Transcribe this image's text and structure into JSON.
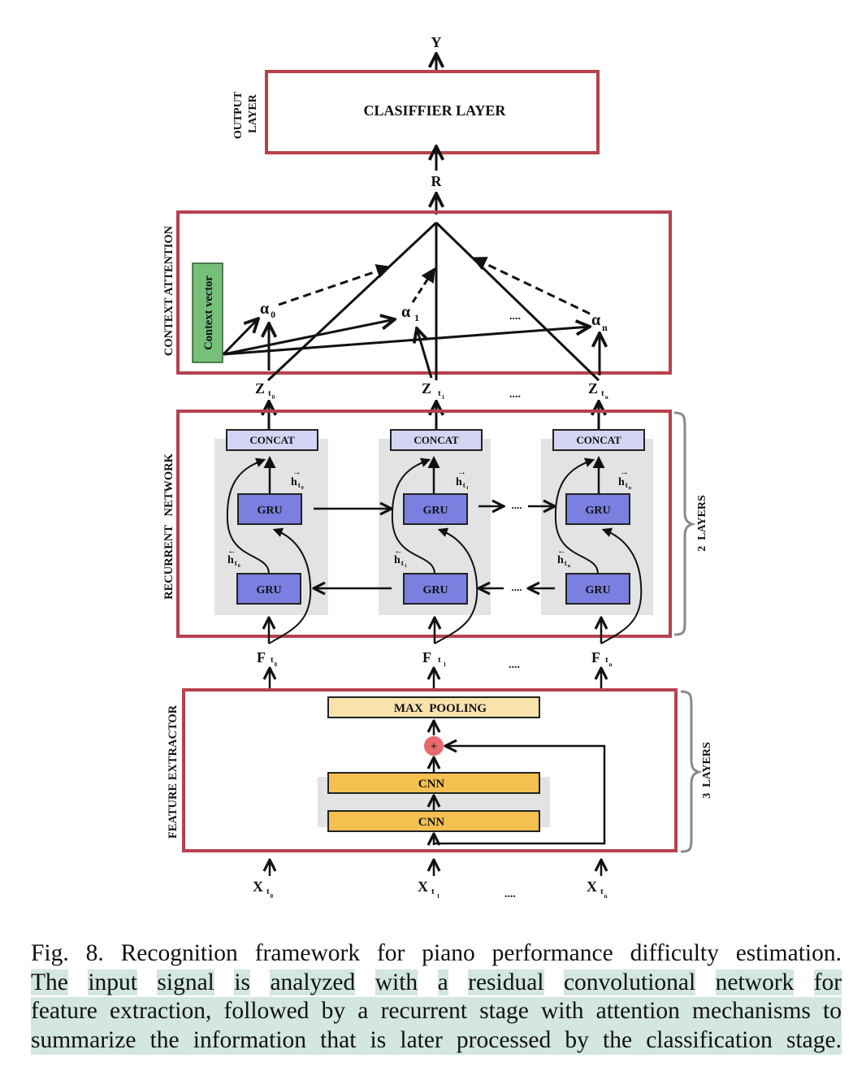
{
  "figure": {
    "output_symbol": "Y",
    "classifier_label": "CLASIFFIER LAYER",
    "output_side_label_1": "OUTPUT",
    "output_side_label_2": "LAYER",
    "attention_output_symbol": "R",
    "attention_side_label": "CONTEXT ATTENTION",
    "context_vector_label": "Context vector",
    "alpha_symbol": "α",
    "alpha_subscripts": [
      "0",
      "1",
      "n"
    ],
    "ellipsis": "....",
    "z_symbol": "Z",
    "f_symbol": "F",
    "x_symbol": "X",
    "h_symbol": "h",
    "time_symbol": "t",
    "time_subscripts": [
      "0",
      "1",
      "n"
    ],
    "recurrent_side_label": "RECURRENT   NETWORK",
    "concat_label": "CONCAT",
    "gru_label": "GRU",
    "recurrent_brace_label": "2  LAYERS",
    "feature_side_label": "FEATURE EXTRACTOR",
    "maxpool_label": "MAX  POOLING",
    "sum_symbol": "+",
    "cnn_label": "CNN",
    "feature_brace_label": "3  LAYERS"
  },
  "colors": {
    "frame_red": "#b8414e",
    "gru_fill": "#7b7fe0",
    "concat_fill": "#d4d4f4",
    "cnn_fill": "#f4c150",
    "maxpool_fill": "#f9e3ad",
    "context_fill": "#76c07a",
    "sum_fill": "#e86a6e",
    "panel_gray": "#e3e3e3",
    "brace_gray": "#8a8a8a",
    "caption_highlight": "#d3e6e0"
  },
  "caption": {
    "line1": "Fig. 8.  Recognition framework for piano performance difficulty estimation.",
    "line2_words": [
      "The",
      "input",
      "signal",
      "is",
      "analyzed",
      "with",
      "a",
      "residual",
      "convolutional",
      "network",
      "for"
    ],
    "line3": "feature extraction, followed by a recurrent stage with attention mechanisms to",
    "line4": "summarize the information that is later processed by the classification stage."
  }
}
